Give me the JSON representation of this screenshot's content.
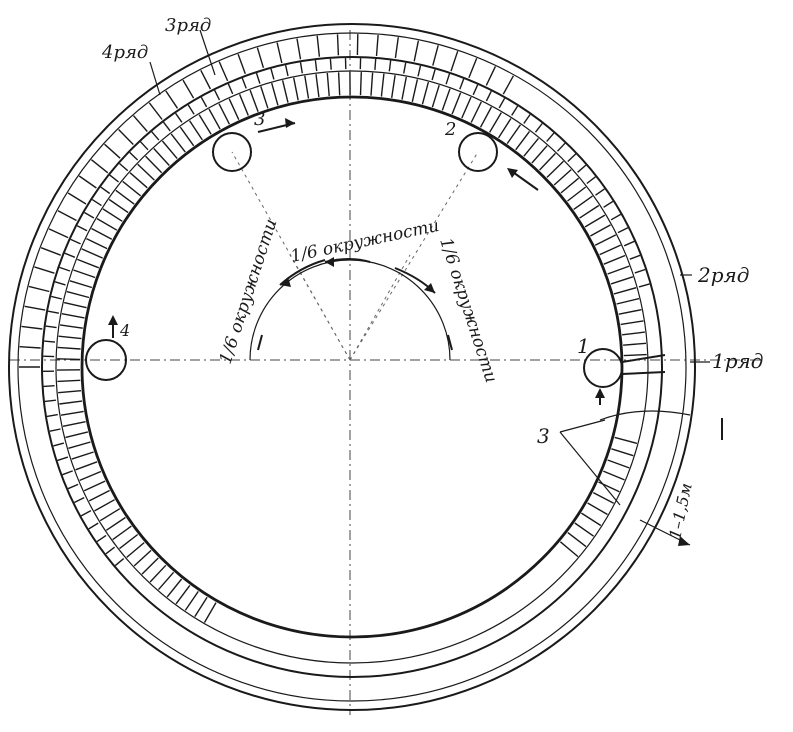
{
  "labels": {
    "row1": "1ряд",
    "row2": "2ряд",
    "row3": "3ряд",
    "row4": "4ряд",
    "burner1": "1",
    "burner2": "2",
    "burner3": "3",
    "burner4": "4",
    "callout3": "3",
    "arc_left": "1/6 окружности",
    "arc_mid": "1/6 окружности",
    "arc_right": "1/6 окружности",
    "dimension": "1–1,5м"
  },
  "colors": {
    "ink": "#1a1a1a",
    "paper": "#ffffff"
  }
}
